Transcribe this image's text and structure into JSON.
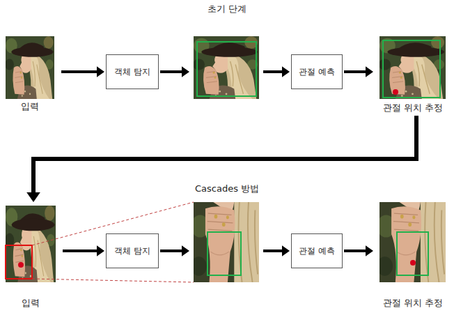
{
  "diagram": {
    "title": "초기 단계",
    "nodes": [
      {
        "text": [
          "입력"
        ]
      },
      {
        "text": [
          "객체 탐지"
        ]
      },
      {
        "text": [
          "관절 예측"
        ]
      },
      {
        "text": [
          "관절 위치 추정"
        ]
      },
      {
        "text": [
          "입력"
        ]
      },
      {
        "text": [
          "객체 탐지"
        ]
      },
      {
        "text": [
          "관절 예측"
        ]
      },
      {
        "text": [
          "관절 위치 추정"
        ]
      }
    ],
    "edges": [
      {
        "from": 0,
        "to": 1,
        "arrow": "to"
      },
      {
        "from": 1,
        "to": 2,
        "arrow": "to"
      },
      {
        "from": 2,
        "to": 3,
        "arrow": "to"
      },
      {
        "from": 3,
        "to": 4,
        "arrow": "to"
      },
      {
        "from": 4,
        "to": 5,
        "arrow": "to"
      },
      {
        "from": 5,
        "to": 6,
        "arrow": "to"
      },
      {
        "from": 6,
        "to": 7,
        "arrow": "to"
      }
    ],
    "labels": [
      "Cascades 방법"
    ]
  }
}
